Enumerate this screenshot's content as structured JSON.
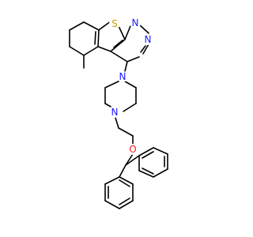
{
  "molecule": {
    "atoms": [
      {
        "id": "S1",
        "label": "S",
        "color": "#c8a000"
      },
      {
        "id": "N1",
        "label": "N",
        "color": "#1a1aff"
      },
      {
        "id": "N2",
        "label": "N",
        "color": "#1a1aff"
      },
      {
        "id": "N3",
        "label": "N",
        "color": "#1a1aff"
      },
      {
        "id": "N4",
        "label": "N",
        "color": "#1a1aff"
      },
      {
        "id": "O1",
        "label": "O",
        "color": "#ff1a1a"
      }
    ]
  }
}
